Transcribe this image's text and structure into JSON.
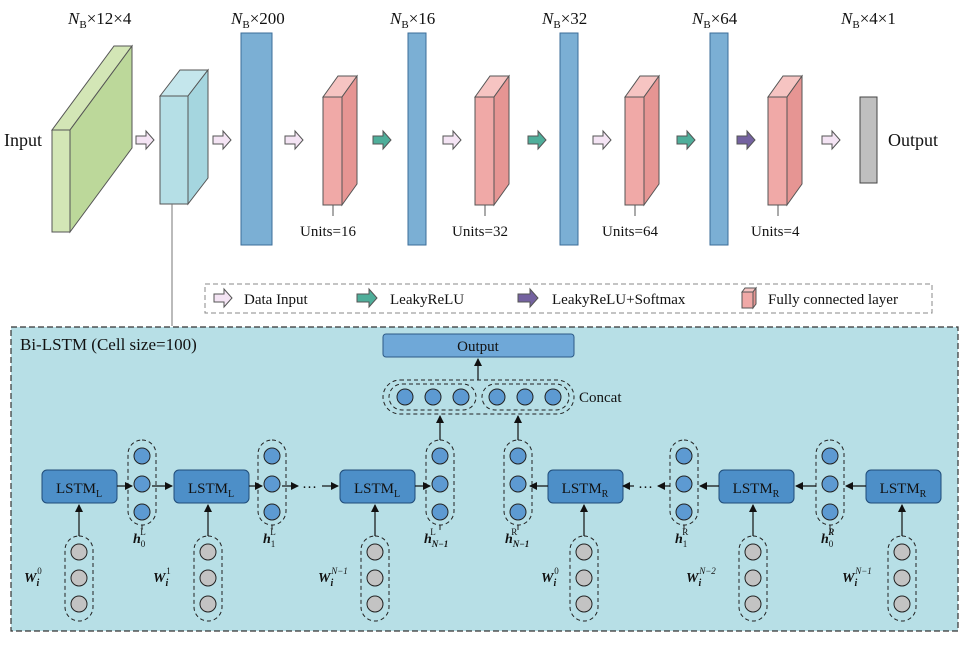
{
  "top": {
    "shape_labels": [
      {
        "main": "N",
        "sub": "B",
        "rest": "×12×4"
      },
      {
        "main": "N",
        "sub": "B",
        "rest": "×200"
      },
      {
        "main": "N",
        "sub": "B",
        "rest": "×16"
      },
      {
        "main": "N",
        "sub": "B",
        "rest": "×32"
      },
      {
        "main": "N",
        "sub": "B",
        "rest": "×64"
      },
      {
        "main": "N",
        "sub": "B",
        "rest": "×4×1"
      }
    ],
    "input_label": "Input",
    "output_label": "Output",
    "units": [
      "Units=16",
      "Units=32",
      "Units=64",
      "Units=4"
    ]
  },
  "legend": {
    "items": [
      "Data Input",
      "LeakyReLU",
      "LeakyReLU+Softmax",
      "Fully connected layer"
    ]
  },
  "bilstm": {
    "title": "Bi-LSTM (Cell size=100)",
    "output_label": "Output",
    "concat_label": "Concat",
    "lstm_main": "LSTM",
    "left_sub": "L",
    "right_sub": "R",
    "ellipsis": "···",
    "hidden_labels": [
      {
        "main": "h",
        "sub": "0",
        "sup": "L"
      },
      {
        "main": "h",
        "sub": "1",
        "sup": "L"
      },
      {
        "main": "h",
        "sub": "N−1",
        "sup": "L"
      },
      {
        "main": "h",
        "sub": "N−1",
        "sup": "R"
      },
      {
        "main": "h",
        "sub": "1",
        "sup": "R"
      },
      {
        "main": "h",
        "sub": "0",
        "sup": "R"
      }
    ],
    "weight_labels": [
      {
        "main": "W",
        "sub": "i",
        "sup": "0"
      },
      {
        "main": "W",
        "sub": "i",
        "sup": "1"
      },
      {
        "main": "W",
        "sub": "i",
        "sup": "N−1"
      },
      {
        "main": "W",
        "sub": "i",
        "sup": "0"
      },
      {
        "main": "W",
        "sub": "i",
        "sup": "N−2"
      },
      {
        "main": "W",
        "sub": "i",
        "sup": "N−1"
      }
    ]
  },
  "colors": {
    "input_tensor": "#d3e6b6",
    "lstm_layer": "#b5dfe6",
    "dense": "#7bafd4",
    "fc": "#f0a9a7",
    "output_block": "#bfbfbf",
    "arrow_data": "#f4e4f4",
    "arrow_leaky": "#4fae9a",
    "arrow_softmax": "#7462a0",
    "panel_bg": "#b7dfe6",
    "lstm_box": "#4d8fc8",
    "node_blue": "#5d9ad2",
    "node_gray": "#c3c3c3"
  }
}
